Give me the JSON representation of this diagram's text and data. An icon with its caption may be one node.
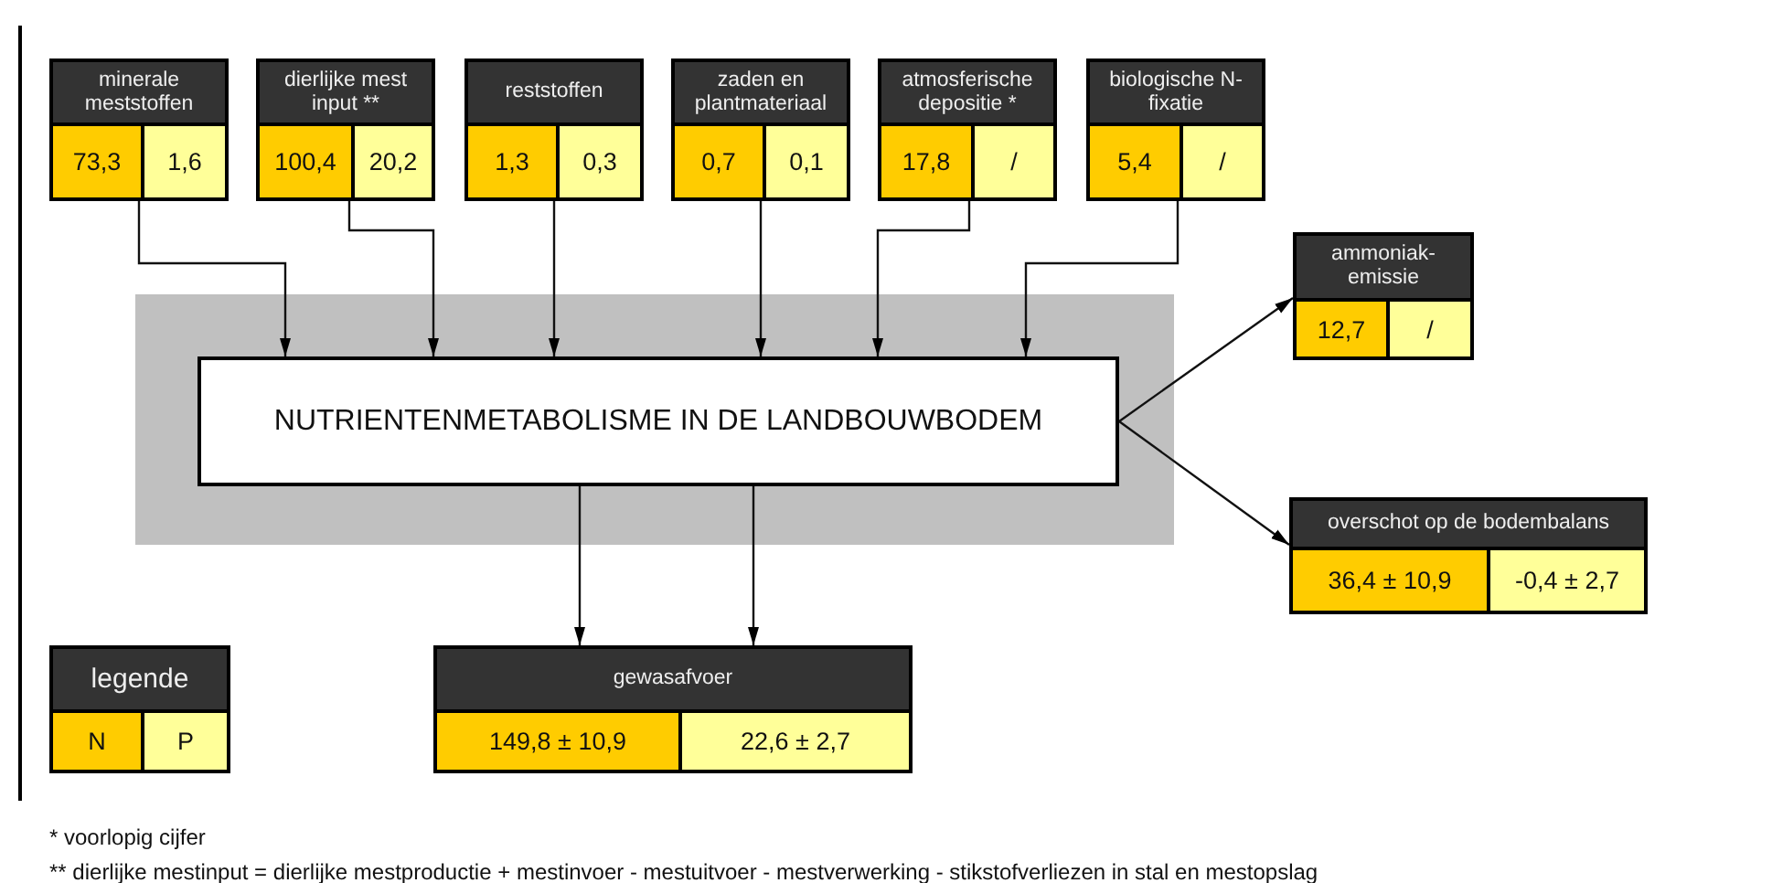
{
  "diagram": {
    "nodes": [
      {
        "text": [
          "minerale meststoffen",
          "73,3",
          "1,6"
        ]
      },
      {
        "text": [
          "dierlijke mest input **",
          "100,4",
          "20,2"
        ]
      },
      {
        "text": [
          "reststoffen",
          "1,3",
          "0,3"
        ]
      },
      {
        "text": [
          "zaden en plantmateriaal",
          "0,7",
          "0,1"
        ]
      },
      {
        "text": [
          "atmosferische depositie *",
          "17,8",
          "/"
        ]
      },
      {
        "text": [
          "biologische N-fixatie",
          "5,4",
          "/"
        ]
      },
      {
        "text": [
          "ammoniak-emissie",
          "12,7",
          "/"
        ]
      },
      {
        "text": [
          "NUTRIENTENMETABOLISME IN DE LANDBOUWBODEM"
        ]
      },
      {
        "text": [
          "overschot op de bodembalans",
          "36,4 ± 10,9",
          "-0,4 ± 2,7"
        ]
      },
      {
        "text": [
          "gewasafvoer",
          "149,8 ± 10,9",
          "22,6 ± 2,7"
        ]
      }
    ],
    "edges": [
      {
        "from": 0,
        "to": 7,
        "arrow": "to"
      },
      {
        "from": 1,
        "to": 7,
        "arrow": "to"
      },
      {
        "from": 2,
        "to": 7,
        "arrow": "to"
      },
      {
        "from": 3,
        "to": 7,
        "arrow": "to"
      },
      {
        "from": 4,
        "to": 7,
        "arrow": "to"
      },
      {
        "from": 5,
        "to": 7,
        "arrow": "to"
      },
      {
        "from": 7,
        "to": 6,
        "arrow": "to"
      },
      {
        "from": 7,
        "to": 8,
        "arrow": "to"
      },
      {
        "from": 7,
        "to": 9,
        "arrow": "to"
      },
      {
        "from": 7,
        "to": 9,
        "arrow": "to"
      }
    ],
    "labels": [
      "legende",
      "* voorlopig cijfer",
      "** dierlijke mestinput = dierlijke mestproductie + mestinvoer - mestuitvoer - mestverwerking - stikstofverliezen in stal en mestopslag"
    ],
    "legend": [
      {
        "text": "N",
        "color": "#ffcc00"
      },
      {
        "text": "P",
        "color": "#ffff99"
      }
    ]
  }
}
